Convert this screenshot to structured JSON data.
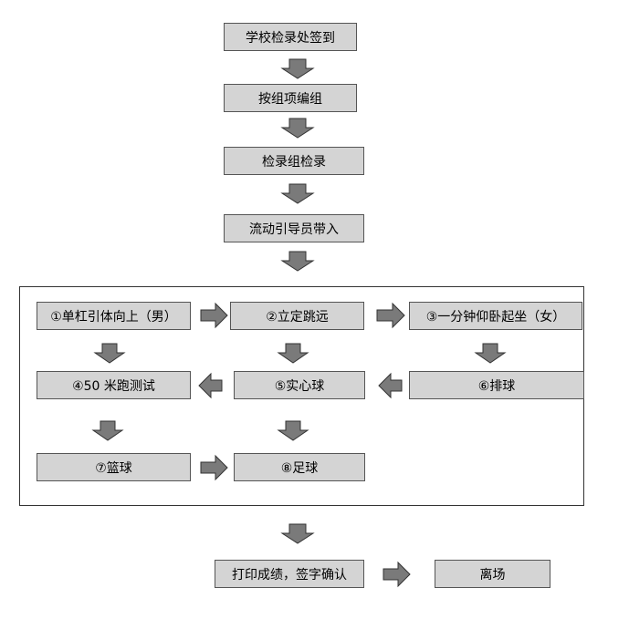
{
  "steps": {
    "checkin": "学校检录处签到",
    "grouping": "按组项编组",
    "group_check": "检录组检录",
    "guide": "流动引导员带入",
    "s1": "①单杠引体向上（男）",
    "s2": "②立定跳远",
    "s3": "③一分钟仰卧起坐（女）",
    "s4": "④50 米跑测试",
    "s5": "⑤实心球",
    "s6": "⑥排球",
    "s7": "⑦篮球",
    "s8": "⑧足球",
    "print": "打印成绩，签字确认",
    "leave": "离场"
  },
  "colors": {
    "box_fill": "#d4d4d4",
    "arrow_fill": "#7a7a7a"
  }
}
